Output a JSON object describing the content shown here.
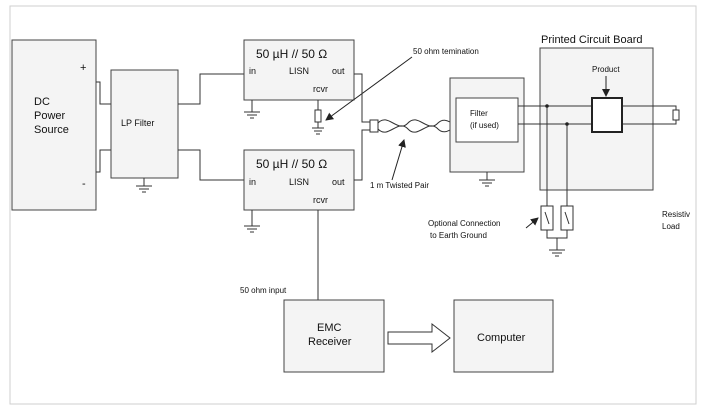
{
  "diagram": {
    "dc_source": {
      "lines": [
        "DC",
        "Power",
        "Source"
      ],
      "plus": "+",
      "minus": "-"
    },
    "lp_filter": {
      "label": "LP Filter"
    },
    "lisn_top": {
      "value": "50 µH // 50 Ω",
      "name": "LISN",
      "in": "in",
      "out": "out",
      "rcvr": "rcvr"
    },
    "lisn_bottom": {
      "value": "50 µH // 50 Ω",
      "name": "LISN",
      "in": "in",
      "out": "out",
      "rcvr": "rcvr"
    },
    "termination": "50 ohm temination",
    "twisted_pair": "1 m Twisted Pair",
    "filter": {
      "lines": [
        "Filter",
        "(if used)"
      ]
    },
    "pcb": {
      "title": "Printed Circuit Board",
      "product": "Product"
    },
    "earth_ground": {
      "lines": [
        "Optional Connection",
        "to Earth Ground"
      ]
    },
    "resistive_load": {
      "lines": [
        "Resistiv",
        "Load"
      ]
    },
    "input_label": "50 ohm input",
    "emc_receiver": {
      "lines": [
        "EMC",
        "Receiver"
      ]
    },
    "computer": "Computer"
  }
}
